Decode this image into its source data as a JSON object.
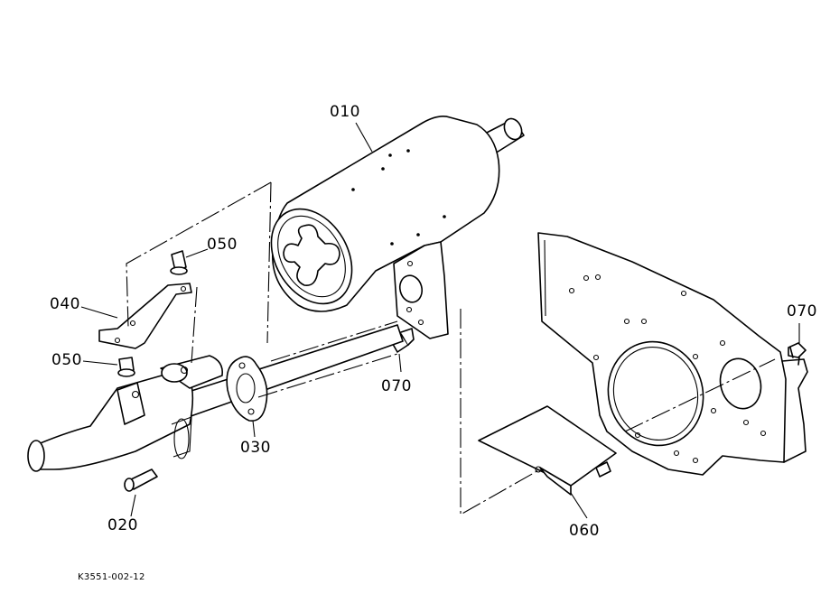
{
  "parts": [
    {
      "id": "p010",
      "label": "010"
    },
    {
      "id": "p020",
      "label": "020"
    },
    {
      "id": "p030",
      "label": "030"
    },
    {
      "id": "p040",
      "label": "040"
    },
    {
      "id": "p050a",
      "label": "050"
    },
    {
      "id": "p050b",
      "label": "050"
    },
    {
      "id": "p060",
      "label": "060"
    },
    {
      "id": "p070a",
      "label": "070"
    },
    {
      "id": "p070b",
      "label": "070"
    }
  ],
  "drawing_code": "K3551-002-12"
}
